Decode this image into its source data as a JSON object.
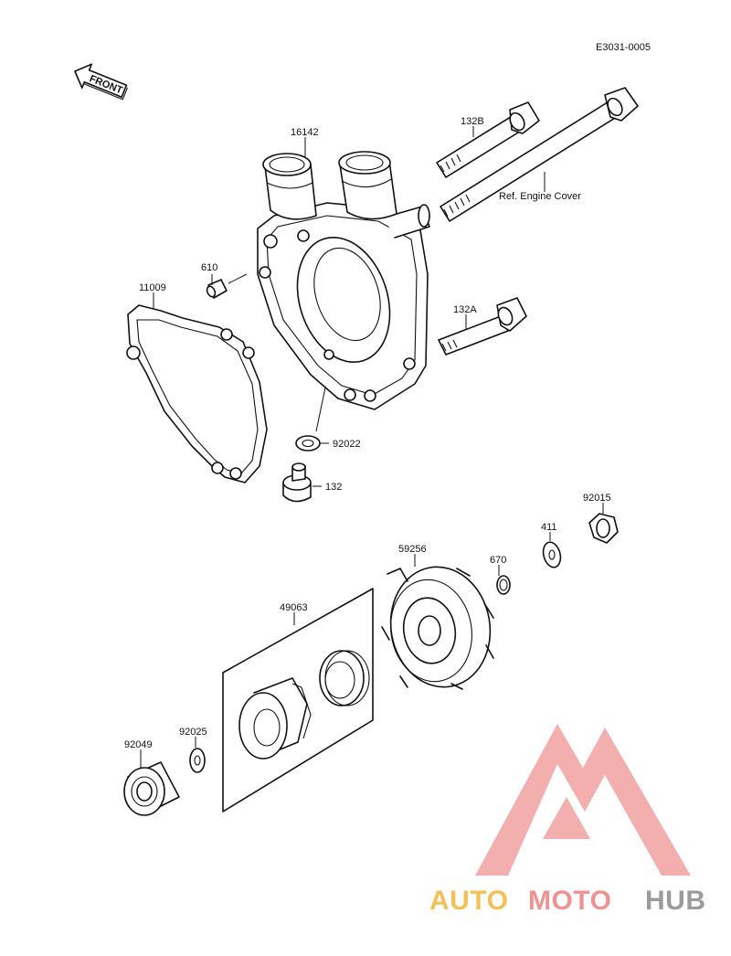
{
  "diagram_code": "E3031-0005",
  "front_label": "FRONT",
  "parts": {
    "p16142": "16142",
    "p132B": "132B",
    "ref_engine_cover": "Ref. Engine Cover",
    "p610": "610",
    "p11009": "11009",
    "p132A": "132A",
    "p92022": "92022",
    "p132": "132",
    "p92015": "92015",
    "p411": "411",
    "p59256": "59256",
    "p670": "670",
    "p49063": "49063",
    "p92025": "92025",
    "p92049": "92049"
  },
  "watermark": {
    "part1": "AUTO",
    "part2": "MOTO",
    "part3": "HUB",
    "color1": "#f2b43a",
    "color2": "#ef7f7f",
    "color3": "#8a8a8a"
  }
}
